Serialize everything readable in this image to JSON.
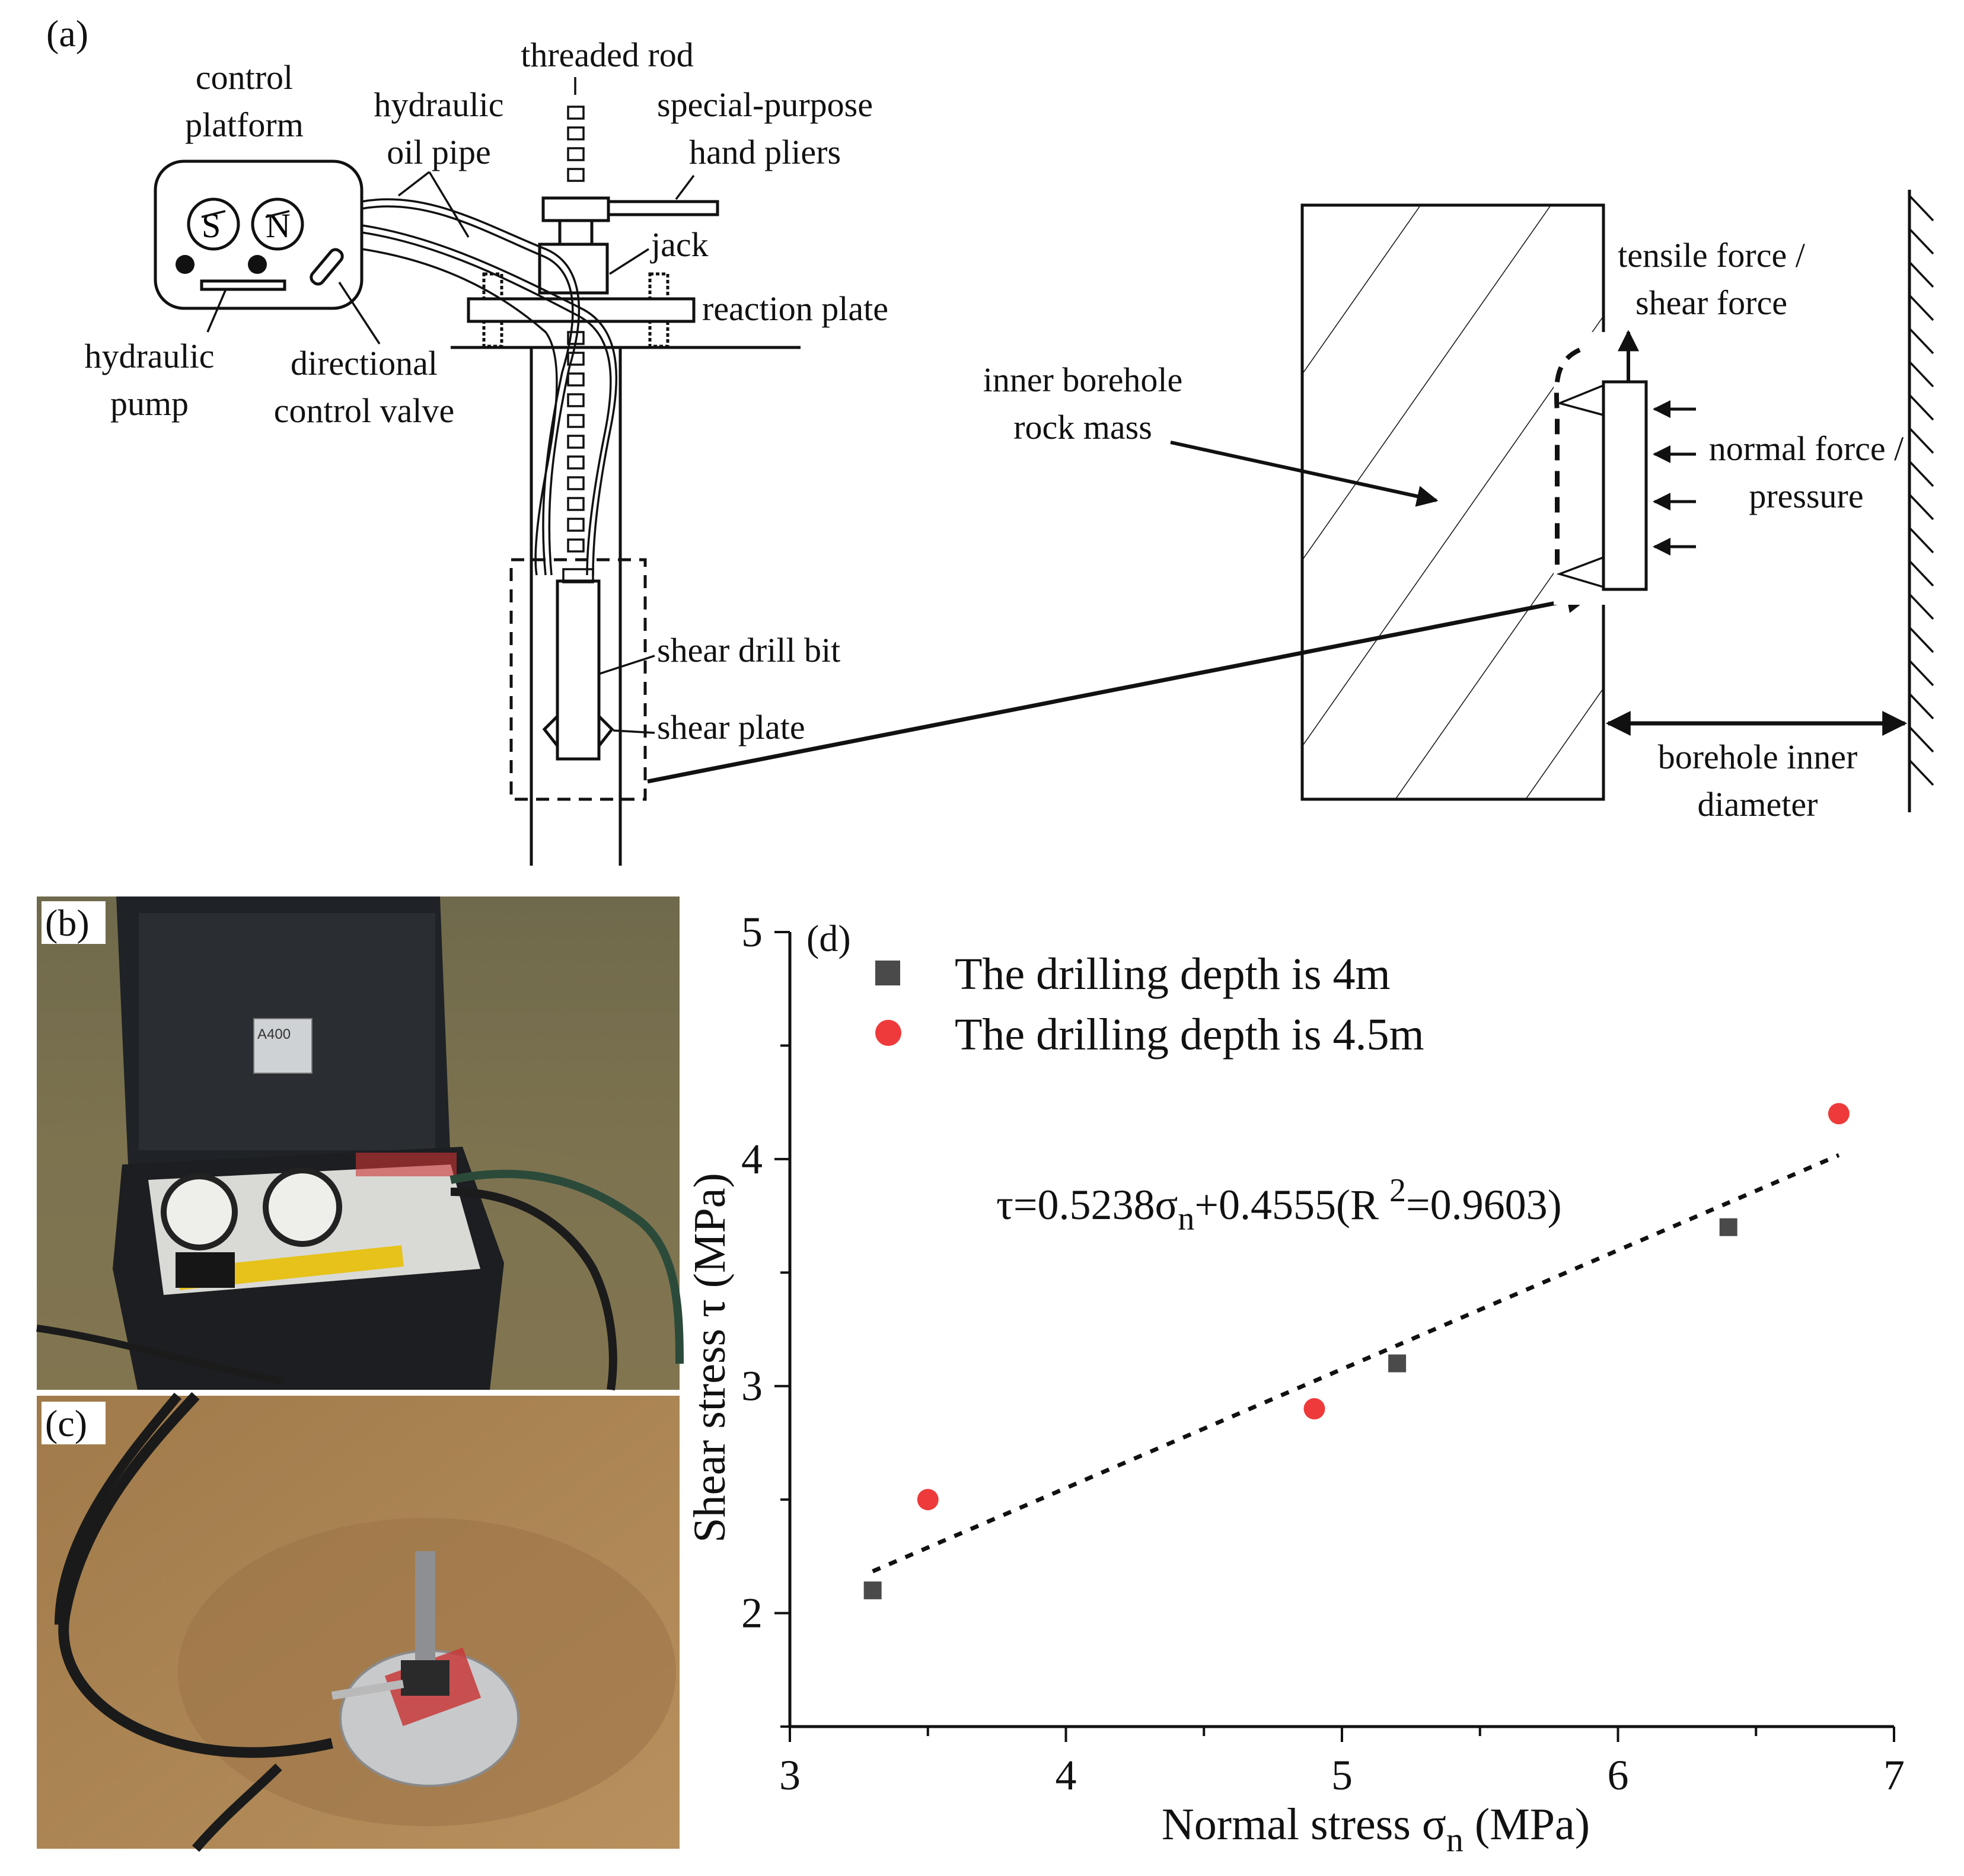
{
  "panels": {
    "a": {
      "label": "(a)"
    },
    "b": {
      "label": "(b)",
      "case_text": "A400"
    },
    "c": {
      "label": "(c)"
    },
    "d": {
      "label": "(d)"
    }
  },
  "diagram_labels": {
    "control_platform": [
      "control",
      "platform"
    ],
    "hydraulic_oil_pipe": [
      "hydraulic",
      "oil pipe"
    ],
    "threaded_rod": "threaded rod",
    "special_pliers": [
      "special-purpose",
      "hand pliers"
    ],
    "jack": "jack",
    "reaction_plate": "reaction plate",
    "hydraulic_pump": [
      "hydraulic",
      "pump"
    ],
    "directional_valve": [
      "directional",
      "control valve"
    ],
    "shear_drill_bit": "shear drill bit",
    "shear_plate": "shear plate",
    "inner_rock": [
      "inner borehole",
      "rock mass"
    ],
    "tensile_force": [
      "tensile force /",
      "shear force"
    ],
    "normal_force": [
      "normal force /",
      "pressure"
    ],
    "borehole_diameter": [
      "borehole inner",
      "diameter"
    ],
    "gauge_s": "S",
    "gauge_n": "N"
  },
  "colors": {
    "series_4m": "#4a4a4a",
    "series_45m": "#ee3a3a",
    "fit_line": "#111111"
  },
  "chart_data": {
    "type": "scatter",
    "xlabel": "Normal stress σ",
    "xlabel_sub": "n",
    "xlabel_unit": " (MPa)",
    "ylabel": "Shear stress τ (MPa)",
    "xlim": [
      3,
      7
    ],
    "ylim": [
      1.5,
      5
    ],
    "xticks": [
      3,
      4,
      5,
      6,
      7
    ],
    "yticks": [
      2,
      3,
      4,
      5
    ],
    "legend_position": "top-left",
    "series": [
      {
        "name": "The drilling depth is 4m",
        "marker": "square",
        "points": [
          [
            3.3,
            2.1
          ],
          [
            5.2,
            3.1
          ],
          [
            6.4,
            3.7
          ]
        ]
      },
      {
        "name": "The drilling depth is 4.5m",
        "marker": "circle",
        "points": [
          [
            3.5,
            2.5
          ],
          [
            4.9,
            2.9
          ],
          [
            6.8,
            4.2
          ]
        ]
      }
    ],
    "fit": {
      "slope": 0.5238,
      "intercept": 0.4555,
      "x_range": [
        3.3,
        6.8
      ]
    },
    "equation": {
      "lhs": "τ=0.5238σ",
      "sub": "n",
      "mid": "+0.4555(R ",
      "sup": "2",
      "rhs": "=0.9603)"
    }
  }
}
